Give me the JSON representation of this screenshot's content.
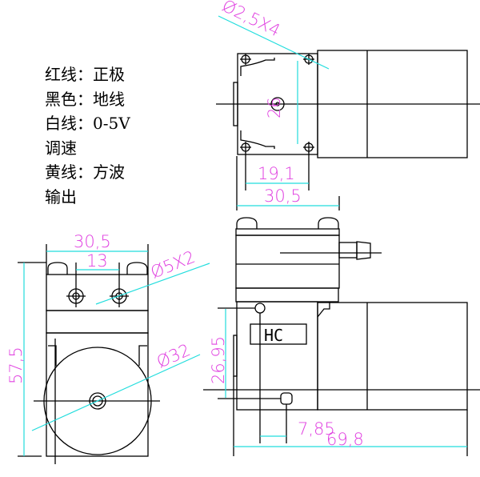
{
  "legend": [
    "红线：正极",
    "黑色：地线",
    "白线：0-5V",
    "调速",
    "黄线：方波",
    "输出"
  ],
  "top_view": {
    "hole_dim": "Ø2,5X4",
    "height_dim": "26",
    "hole_spacing": "19,1",
    "width_dim": "30,5"
  },
  "front_view": {
    "width_dim": "30,5",
    "port_spacing": "13",
    "port_dim": "Ø5X2",
    "motor_dim": "Ø32",
    "height_dim": "57,5"
  },
  "side_view": {
    "label": "HC",
    "mount_dim": "26,95",
    "offset_dim": "7,85",
    "length_dim": "69,8"
  },
  "colors": {
    "dimension_line": "#22dddd",
    "dimension_text": "#e040e0"
  }
}
